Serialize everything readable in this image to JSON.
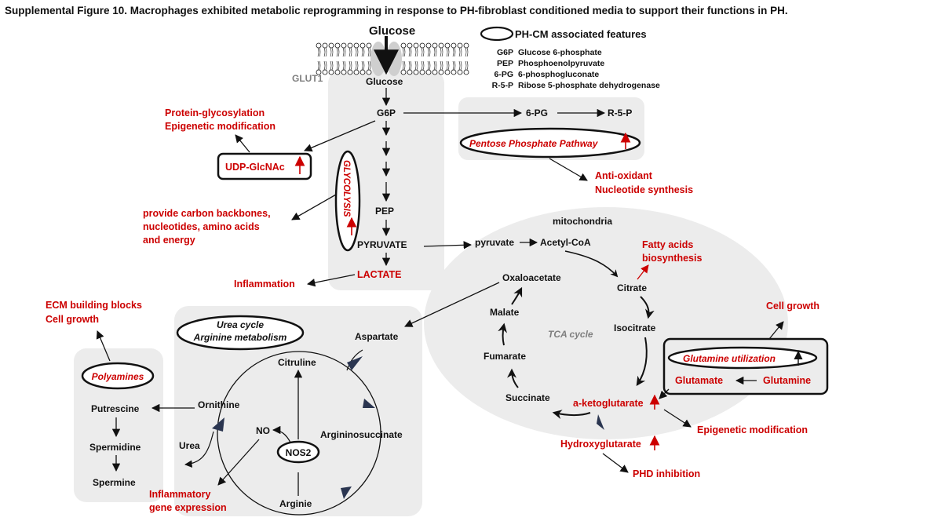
{
  "title": "Supplemental Figure 10. Macrophages exhibited metabolic reprogramming in response to PH-fibroblast conditioned media to support their functions in PH.",
  "colors": {
    "red": "#cc0000",
    "black": "#111111",
    "gray_panel": "#ececec",
    "gray_text": "#7f7f7f"
  },
  "legend": {
    "header": "PH-CM associated features",
    "items": [
      {
        "abbr": "G6P",
        "full": "Glucose 6-phosphate"
      },
      {
        "abbr": "PEP",
        "full": "Phosphoenolpyruvate"
      },
      {
        "abbr": "6-PG",
        "full": "6-phosphogluconate"
      },
      {
        "abbr": "R-5-P",
        "full": "Ribose 5-phosphate dehydrogenase"
      }
    ]
  },
  "membrane": {
    "glucose_out": "Glucose",
    "transporter": "GLUT1",
    "glucose_in": "Glucose"
  },
  "glycolysis": {
    "g6p": "G6P",
    "pep": "PEP",
    "pyruvate": "PYRUVATE",
    "lactate": "LACTATE",
    "label": "GLYCOLYSIS",
    "udp": "UDP-GlcNAc",
    "udp_out_1": "Protein-glycosylation",
    "udp_out_2": "Epigenetic modification",
    "gly_out_1": "provide carbon backbones,",
    "gly_out_2": "nucleotides, amino acids",
    "gly_out_3": "and energy",
    "inflammation": "Inflammation"
  },
  "ppp": {
    "pg": "6-PG",
    "r5p": "R-5-P",
    "label": "Pentose Phosphate Pathway",
    "out_1": "Anti-oxidant",
    "out_2": "Nucleotide synthesis"
  },
  "mito": {
    "label": "mitochondria",
    "pyruvate": "pyruvate",
    "acetyl": "Acetyl-CoA",
    "fatty_1": "Fatty acids",
    "fatty_2": "biosynthesis",
    "citrate": "Citrate",
    "isocitrate": "Isocitrate",
    "akg": "a-ketoglutarate",
    "succinate": "Succinate",
    "fumarate": "Fumarate",
    "malate": "Malate",
    "oxaloacetate": "Oxaloacetate",
    "tca": "TCA cycle",
    "hydroxy": "Hydroxyglutarate",
    "phd": "PHD inhibition",
    "epi": "Epigenetic modification"
  },
  "glutamine": {
    "label": "Glutamine utilization",
    "glutamate": "Glutamate",
    "glutamine": "Glutamine",
    "growth": "Cell growth"
  },
  "urea": {
    "title_1": "Urea cycle",
    "title_2": "Arginine metabolism",
    "aspartate": "Aspartate",
    "citruline": "Citruline",
    "argininosuccinate": "Argininosuccinate",
    "arginie": "Arginie",
    "ornithine": "Ornithine",
    "urea": "Urea",
    "no": "NO",
    "nos2": "NOS2",
    "infl_1": "Inflammatory",
    "infl_2": "gene expression"
  },
  "poly": {
    "label": "Polyamines",
    "putrescine": "Putrescine",
    "spermidine": "Spermidine",
    "spermine": "Spermine",
    "out_1": "ECM building blocks",
    "out_2": "Cell growth"
  }
}
